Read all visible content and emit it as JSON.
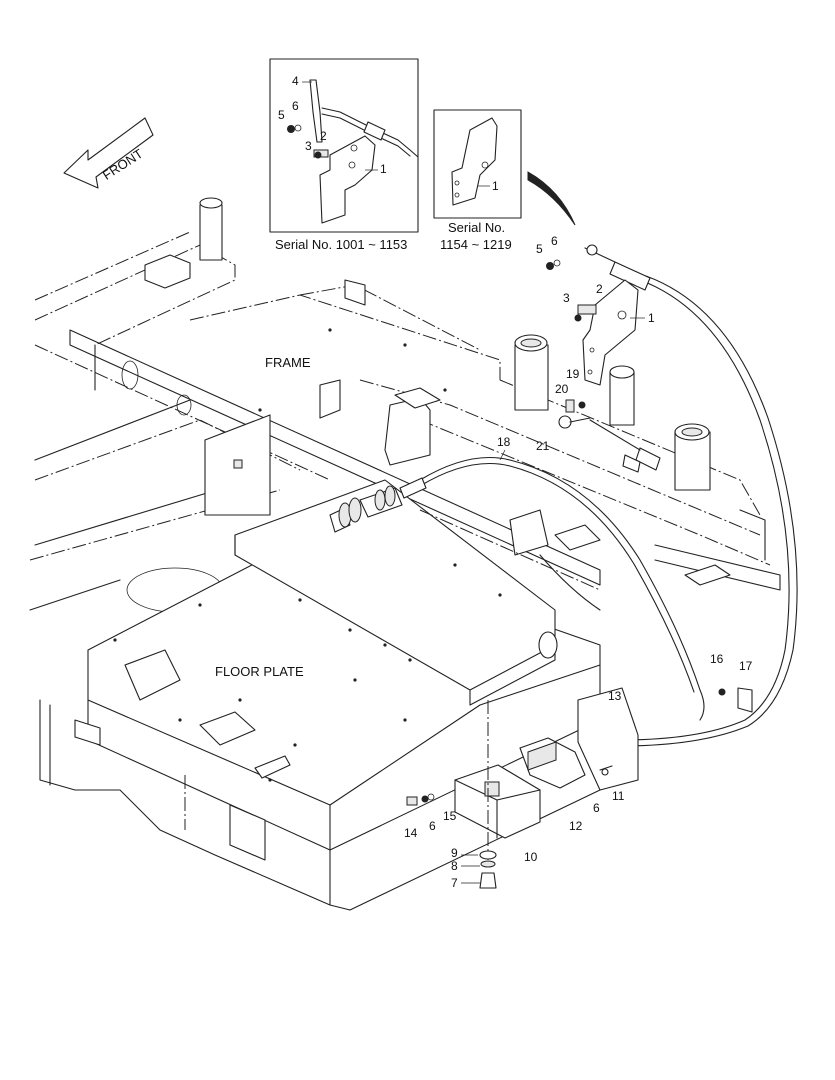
{
  "labels": {
    "front": "FRONT",
    "frame": "FRAME",
    "floor_plate": "FLOOR PLATE"
  },
  "insets": [
    {
      "caption": "Serial No. 1001 ~ 1153"
    },
    {
      "caption_line1": "Serial No.",
      "caption_line2": "1154 ~ 1219"
    }
  ],
  "callouts": {
    "inset1_4": "4",
    "inset1_5": "5",
    "inset1_6": "6",
    "inset1_3": "3",
    "inset1_2": "2",
    "inset1_1": "1",
    "inset2_1": "1",
    "main_5": "5",
    "main_6": "6",
    "main_2": "2",
    "main_3": "3",
    "main_1": "1",
    "main_19": "19",
    "main_20": "20",
    "main_21": "21",
    "main_18": "18",
    "main_16": "16",
    "main_17": "17",
    "main_13": "13",
    "main_11": "11",
    "main_6b": "6",
    "main_12": "12",
    "main_14": "14",
    "main_6c": "6",
    "main_15": "15",
    "main_10": "10",
    "main_9": "9",
    "main_8": "8",
    "main_7": "7"
  }
}
